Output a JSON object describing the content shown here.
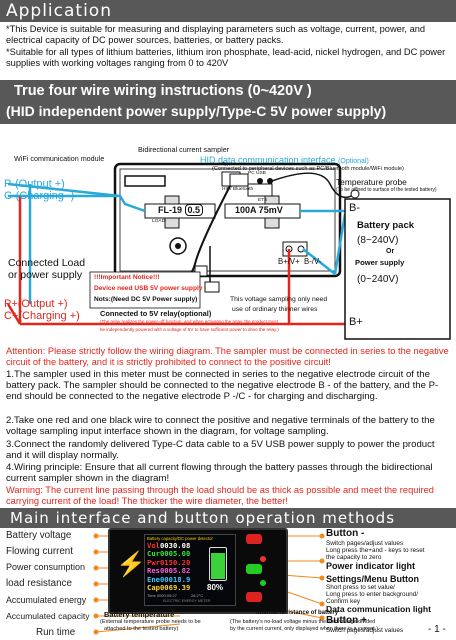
{
  "application": {
    "title": "Application",
    "line1": "*This Device is suitable for measuring and displaying parameters such as voltage, current, power, and electrical capacity of DC power sources, batteries, or battery packs.",
    "line2": "*Suitable for all types of lithium batteries, lithium iron phosphate, lead-acid, nickel hydrogen, and DC power supplies with working voltages ranging from 0 to 420V"
  },
  "wiring_header": {
    "line1": "True four wire wiring instructions (0~420V )",
    "line2": "(HID independent power supply/Type-C 5V power supply)"
  },
  "diagram": {
    "bidirectional_sampler": "Bidirectional current sampler",
    "wifi_module": "WiFi communication module",
    "hid_title": "HID data communication interface",
    "hid_optional": "(Optional)",
    "hid_sub": "(Connected to peripheral devices such as PC/Bluetooth module/WiFi module)",
    "temp_probe": "Temperature probe",
    "temp_probe_sub": "(To be affixed to surface of the tested battery)",
    "p_output": "P-(Output +)",
    "c_charging": "C-(Charging -)",
    "typec_small": "Type-c",
    "pc_usb": "PC USB",
    "hid_bluetooth": "HID/ Bluetooth",
    "ets": "ETS",
    "fl_label": "FL-19",
    "fl_value": "0.5",
    "shunt_label": "100A 75mV",
    "load_small": "LOAD-",
    "b_minus": "B-",
    "battery_pack": "Battery pack",
    "battery_range": "(8~240V)",
    "or": "Or",
    "power_supply": "Power supply",
    "power_range": "(0~240V)",
    "connected_load": "Connected Load",
    "or_power_supply": "or power supply",
    "notice_title": "!!!Important Notice!!!",
    "notice_line1": "Device need USB 5V power supply",
    "notice_line2": "Nots:(Need DC 5V Power supply)",
    "b_plus_minus": "B+/V+  B-/V-",
    "voltage_sampling_note": "This voltage sampling only need",
    "voltage_sampling_note2": "use of ordinary thinner wires",
    "p_plus": "P+(Output +)",
    "c_plus": "C+(Charging +)",
    "relay_title": "Connected to 5V relay(optional)",
    "relay_sub1": "(The relay realizes the power-off function, and when activating the relay, the product must",
    "relay_sub2": "be independently powered with a voltage of 5V to have sufficient power to drive the relay.)",
    "b_plus": "B+"
  },
  "instructions": {
    "attention": "Attention: Please strictly follow the wiring diagram. The sampler must be connected in series to the negative circuit of the battery, and it is strictly prohibited to connect to the positive circuit!",
    "step1": "1.The sampler used in this meter must be connected in series to the negative electrode circuit of the battery pack. The sampler should be connected to the negative electrode B - of the battery, and the P- end should be connected to the negative electrode P -/C - for charging and discharging.",
    "step2": "2.Take one red and one black wire to connect the positive and negative terminals of the battery to the voltage sampling input interface shown in the diagram, for voltage sampling.",
    "step3": "3.Connect the randomly delivered Type-C data cable to a 5V USB power supply to power the product and it will display normally.",
    "step4": "4.Wiring principle: Ensure that all current flowing through the battery passes through the bidirectional current sampler shown in the diagram!",
    "warning": "Warning: The current line passing through the load should be as thick as possible and meet the required carrying current of the load! The thicker the wire diameter, the better!"
  },
  "main_interface": {
    "title": "Main interface and button operation methods",
    "left_labels": [
      "Battery voltage",
      "Flowing current",
      "Power consumption",
      "load resistance",
      "Accumulated energy",
      "Accumulated capacity",
      "Run time"
    ],
    "right": {
      "button_minus": "Button -",
      "button_minus_sub1": "Switch pages/adjust values",
      "button_minus_sub2": "Long press the+and - keys to reset",
      "button_minus_sub3": "the capacity to zero",
      "power_light": "Power indicator light",
      "settings": "Settings/Menu Button",
      "settings_sub1": "Short press to set value/",
      "settings_sub2": "Long press to enter background/",
      "settings_sub3": "Confirm key",
      "data_light": "Data communication light",
      "button_plus": "Button +",
      "button_plus_sub": "Switch pages/adjust values"
    },
    "bottom_left_title": "Battery temperature",
    "bottom_left_sub1": "(External temperature probe needs to be",
    "bottom_left_sub2": "attached to the tested battery)",
    "bottom_right_title": "Internal resistance of battery",
    "bottom_right_sub1": "(The battery's no-load voltage minus the load voltage divided",
    "bottom_right_sub2": "by the current current, only displayed when there is a current.)",
    "page_number": "- 1 -"
  },
  "screen": {
    "header": "Battery capacity/DC power detector",
    "vol_label": "Vol",
    "vol_value": "0030.08",
    "cur_label": "Cur",
    "cur_value": "0005.00",
    "pwr_label": "Pwr",
    "pwr_value": "0150.20",
    "res_label": "Res",
    "res_value": "0005.82",
    "ene_label": "Ene",
    "ene_value": "00018.9",
    "cap_label": "Cap",
    "cap_value": "0069.39",
    "percent": "80%",
    "time": "Time 0000:05:27",
    "temp": "28.2°C",
    "footer": "ELECTRIC ENERGY METER"
  },
  "colors": {
    "band": "#585858",
    "red": "#e3261c",
    "blue": "#1f5fcf",
    "cyan": "#29a9d8",
    "green": "#3ad13a"
  }
}
